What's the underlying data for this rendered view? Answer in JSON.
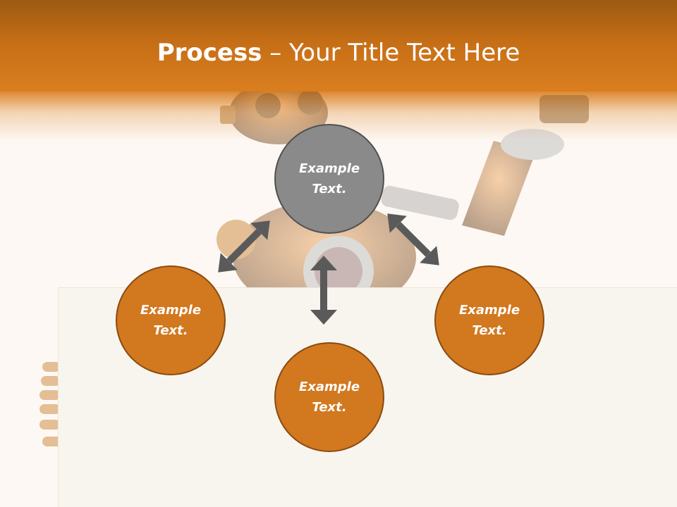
{
  "title": {
    "bold": "Process",
    "rest": " – Your Title Text Here"
  },
  "nodes": {
    "top": "Example Text.",
    "left": "Example Text.",
    "right": "Example Text.",
    "bottom": "Example Text."
  },
  "colors": {
    "header_dark": "#9c5a12",
    "header_accent": "#d97e1f",
    "node_gray": "#8a8a8a",
    "node_orange": "#d2781f",
    "arrow": "#5a5a5a",
    "background": "#fdf8f3"
  }
}
